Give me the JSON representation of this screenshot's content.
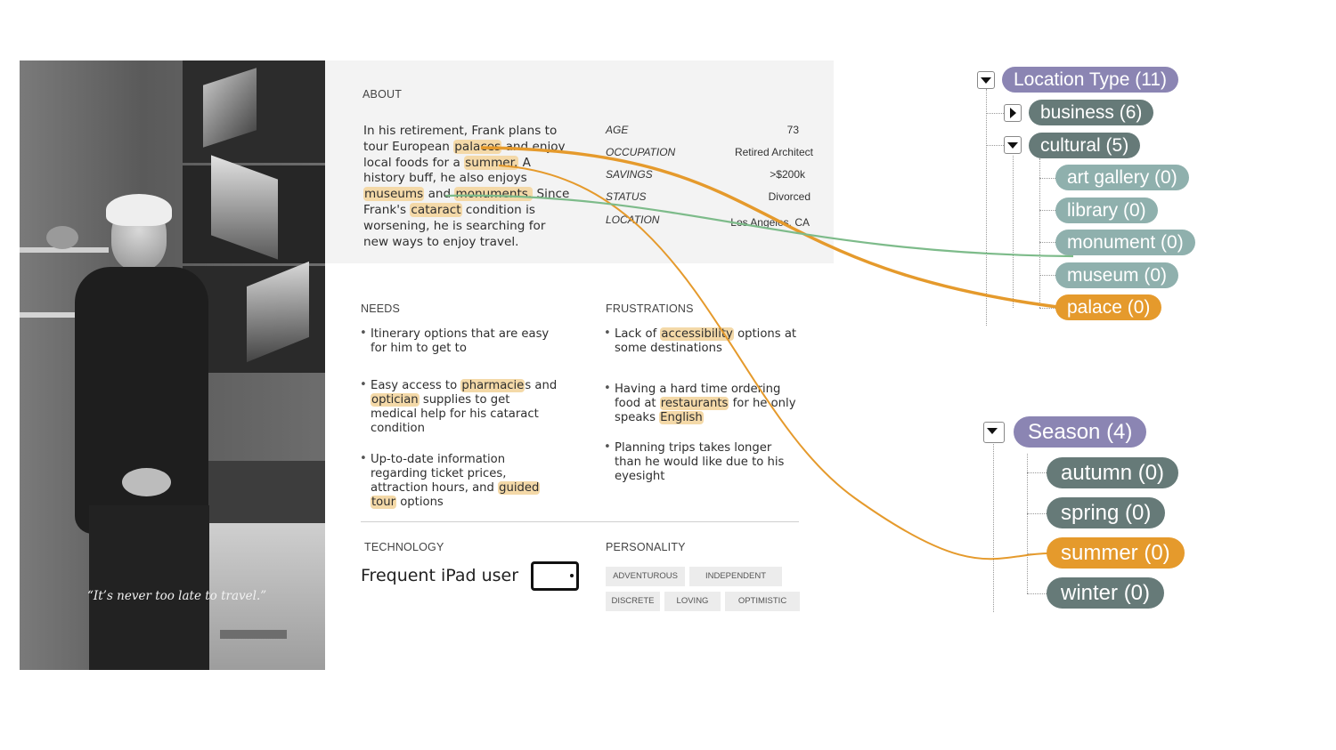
{
  "colors": {
    "highlight": "#f4d9a8",
    "root_node": "#8b85b3",
    "branch_node": "#667a78",
    "leaf_node": "#8fb0ad",
    "selected_node": "#e59a2c",
    "link_orange": "#e59a2c",
    "link_green": "#7dbb8a"
  },
  "persona": {
    "quote": "“It’s never too late to travel.”",
    "about": {
      "heading": "ABOUT",
      "lines": [
        [
          {
            "t": "In his retirement, Frank plans to"
          }
        ],
        [
          {
            "t": "tour European "
          },
          {
            "t": "palaces",
            "hl": true
          },
          {
            "t": " and enjoy"
          }
        ],
        [
          {
            "t": "local foods for a "
          },
          {
            "t": "summer.",
            "hl": true
          },
          {
            "t": " A"
          }
        ],
        [
          {
            "t": "history buff, he also enjoys"
          }
        ],
        [
          {
            "t": "museums",
            "hl": true
          },
          {
            "t": " and "
          },
          {
            "t": "monuments.",
            "hl": true
          },
          {
            "t": " Since"
          }
        ],
        [
          {
            "t": "Frank's "
          },
          {
            "t": "cataract",
            "hl": true
          },
          {
            "t": " condition is"
          }
        ],
        [
          {
            "t": "worsening, he is searching for"
          }
        ],
        [
          {
            "t": "new ways to enjoy travel."
          }
        ]
      ]
    },
    "stats": [
      {
        "key": "AGE",
        "value": "73"
      },
      {
        "key": "OCCUPATION",
        "value": "Retired Architect"
      },
      {
        "key": "SAVINGS",
        "value": ">$200k"
      },
      {
        "key": "STATUS",
        "value": "Divorced"
      },
      {
        "key": "LOCATION",
        "value": "Los Angeles, CA"
      }
    ],
    "needs": {
      "heading": "NEEDS",
      "items": [
        [
          [
            {
              "t": "Itinerary options that are easy"
            }
          ],
          [
            {
              "t": "for him to get to"
            }
          ]
        ],
        [
          [
            {
              "t": "Easy access to "
            },
            {
              "t": "pharmacie",
              "hl": true
            },
            {
              "t": "s and"
            }
          ],
          [
            {
              "t": "optician",
              "hl": true
            },
            {
              "t": " supplies to get"
            }
          ],
          [
            {
              "t": "medical help for his cataract"
            }
          ],
          [
            {
              "t": "condition"
            }
          ]
        ],
        [
          [
            {
              "t": "Up-to-date information"
            }
          ],
          [
            {
              "t": "regarding ticket prices,"
            }
          ],
          [
            {
              "t": "attraction hours, and "
            },
            {
              "t": "guided",
              "hl": true
            }
          ],
          [
            {
              "t": "tour",
              "hl": true
            },
            {
              "t": " options"
            }
          ]
        ]
      ]
    },
    "frustrations": {
      "heading": "FRUSTRATIONS",
      "items": [
        [
          [
            {
              "t": "Lack of "
            },
            {
              "t": "accessibility",
              "hl": true
            },
            {
              "t": " options at"
            }
          ],
          [
            {
              "t": "some destinations"
            }
          ]
        ],
        [
          [
            {
              "t": "Having a hard time ordering"
            }
          ],
          [
            {
              "t": "food at "
            },
            {
              "t": "restaurants",
              "hl": true
            },
            {
              "t": " for he only"
            }
          ],
          [
            {
              "t": "speaks "
            },
            {
              "t": "English",
              "hl": true
            }
          ]
        ],
        [
          [
            {
              "t": "Planning trips takes longer"
            }
          ],
          [
            {
              "t": "than he would like due to his"
            }
          ],
          [
            {
              "t": "eyesight"
            }
          ]
        ]
      ]
    },
    "technology": {
      "heading": "TECHNOLOGY",
      "text": "Frequent iPad user",
      "icon": "tablet-icon"
    },
    "personality": {
      "heading": "PERSONALITY",
      "tags": [
        "ADVENTUROUS",
        "INDEPENDENT",
        "DISCRETE",
        "LOVING",
        "OPTIMISTIC"
      ]
    }
  },
  "trees": {
    "location_type": {
      "label": "Location Type (11)",
      "children": [
        {
          "label": "business (6)",
          "toggle": "collapsed"
        },
        {
          "label": "cultural (5)",
          "toggle": "expanded",
          "children": [
            "art gallery (0)",
            "library (0)",
            "monument (0)",
            "museum (0)",
            "palace (0)"
          ]
        }
      ]
    },
    "season": {
      "label": "Season (4)",
      "children": [
        "autumn (0)",
        "spring (0)",
        "summer (0)",
        "winter (0)"
      ]
    }
  },
  "links": [
    {
      "from": "palaces",
      "to": "palace (0)",
      "color": "orange"
    },
    {
      "from": "summer",
      "to": "summer (0)",
      "color": "orange"
    },
    {
      "from": "monuments",
      "to": "monument (0)",
      "color": "green"
    }
  ]
}
